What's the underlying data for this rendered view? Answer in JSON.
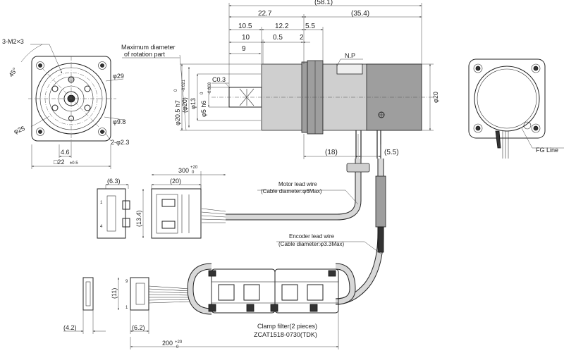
{
  "labels": {
    "overall_length": "(58.1)",
    "len_22_7": "22.7",
    "len_35_4": "(35.4)",
    "len_10_5": "10.5",
    "len_12_2": "12.2",
    "len_5_5": "5.5",
    "len_10": "10",
    "len_0_5": "0.5",
    "len_2": "2",
    "len_9": "9",
    "np": "N.P",
    "max_diam_line1": "Maximum diameter",
    "max_diam_line2": "of rotation part",
    "chamfer": "C0.3",
    "dia_20_5": "φ20.5 h7",
    "dia_20_5_tol_top": "0",
    "dia_20_5_tol_bottom": "-0.021",
    "dia_20_paren": "(φ20)",
    "dia_13": "φ13",
    "dia_5": "φ5 h6",
    "dia_5_tol_top": "0",
    "dia_5_tol_bottom": "-0.008",
    "dia_20_body": "φ20",
    "len_18": "(18)",
    "len_5_5_paren": "(5.5)",
    "fg_line": "FG Line",
    "holes_3_m2": "3-M2×3",
    "angle_45": "45°",
    "dia_29": "φ29",
    "dia_25": "φ25",
    "dia_9_8": "φ9.8",
    "holes_2_2_3": "2-φ2.3",
    "len_4_6": "4.6",
    "square_22": "□22",
    "square_22_tol": "±0.5",
    "cable_len_300": "300",
    "cable_len_300_tol_top": "+20",
    "cable_len_300_tol_bottom": "0",
    "motor_lead_line1": "Motor lead wire",
    "motor_lead_line2": "(Cable diameter:φ6Max)",
    "encoder_lead_line1": "Encoder lead wire",
    "encoder_lead_line2": "(Cable diameter:φ3.3Max)",
    "conn1_w_63": "(6.3)",
    "conn1_w_20": "(20)",
    "conn1_h_134": "(13.4)",
    "pin_1": "1",
    "pin_4": "4",
    "conn2_h_11": "(11)",
    "conn2_pin_9": "9",
    "conn2_pin_1": "1",
    "conn2_w_42": "(4.2)",
    "conn2_w_62": "(6.2)",
    "clamp_line1": "Clamp filter(2 pieces)",
    "clamp_line2": "ZCAT1518-0730(TDK)",
    "cable_len_200": "200",
    "cable_len_200_tol": "+20",
    "cable_len_200_tol_bottom": "0"
  }
}
